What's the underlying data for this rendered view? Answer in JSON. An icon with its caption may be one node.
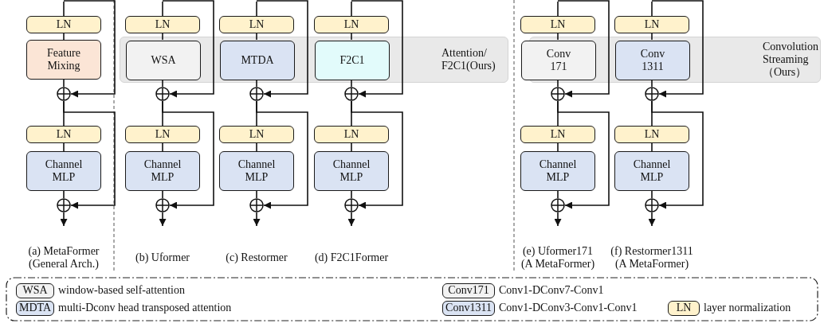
{
  "diagram": {
    "nodes": [
      {
        "text": [
          "LN"
        ]
      },
      {
        "text": [
          "Feature Mixing"
        ]
      },
      {
        "text": [],
        "shape": "circle"
      },
      {
        "text": [
          "LN"
        ]
      },
      {
        "text": [
          "Channel MLP"
        ]
      },
      {
        "text": [],
        "shape": "circle"
      },
      {
        "text": [
          "Attention/ F2C1(Ours)"
        ]
      },
      {
        "text": [
          "LN"
        ]
      },
      {
        "text": [
          "WSA"
        ],
        "in": 6
      },
      {
        "text": [],
        "shape": "circle"
      },
      {
        "text": [
          "LN"
        ]
      },
      {
        "text": [
          "Channel MLP"
        ]
      },
      {
        "text": [],
        "shape": "circle"
      },
      {
        "text": [
          "LN"
        ]
      },
      {
        "text": [
          "MTDA"
        ],
        "in": 6
      },
      {
        "text": [],
        "shape": "circle"
      },
      {
        "text": [
          "LN"
        ]
      },
      {
        "text": [
          "Channel MLP"
        ]
      },
      {
        "text": [],
        "shape": "circle"
      },
      {
        "text": [
          "LN"
        ]
      },
      {
        "text": [
          "F2C1"
        ],
        "in": 6
      },
      {
        "text": [],
        "shape": "circle"
      },
      {
        "text": [
          "LN"
        ]
      },
      {
        "text": [
          "Channel MLP"
        ]
      },
      {
        "text": [],
        "shape": "circle"
      },
      {
        "text": [
          "Convolution Streaming （Ours）"
        ]
      },
      {
        "text": [
          "LN"
        ]
      },
      {
        "text": [
          "Conv 171"
        ],
        "in": 25
      },
      {
        "text": [],
        "shape": "circle"
      },
      {
        "text": [
          "LN"
        ]
      },
      {
        "text": [
          "Channel MLP"
        ]
      },
      {
        "text": [],
        "shape": "circle"
      },
      {
        "text": [
          "LN"
        ]
      },
      {
        "text": [
          "Conv 1311"
        ],
        "in": 25
      },
      {
        "text": [],
        "shape": "circle"
      },
      {
        "text": [
          "LN"
        ]
      },
      {
        "text": [
          "Channel MLP"
        ]
      },
      {
        "text": [],
        "shape": "circle"
      },
      {
        "text": [
          "WSA"
        ],
        "beside": [
          "window-based self-attention"
        ]
      },
      {
        "text": [
          "Conv171"
        ],
        "beside": [
          "Conv1-DConv7-Conv1"
        ]
      },
      {
        "text": [
          "MDTA"
        ],
        "beside": [
          "multi-Dconv head transposed attention"
        ]
      },
      {
        "text": [
          "Conv1311"
        ],
        "beside": [
          "Conv1-DConv3-Conv1-Conv1"
        ]
      },
      {
        "text": [
          "LN"
        ],
        "beside": [
          "layer normalization"
        ]
      }
    ],
    "edges": [
      {
        "from": null,
        "to": 0,
        "arrow": "none"
      },
      {
        "from": 0,
        "to": 1,
        "arrow": "none"
      },
      {
        "from": 1,
        "to": 2,
        "arrow": "none"
      },
      {
        "from": null,
        "to": 2,
        "arrow": "to"
      },
      {
        "from": 2,
        "to": 3,
        "arrow": "none"
      },
      {
        "from": 3,
        "to": 4,
        "arrow": "none"
      },
      {
        "from": 4,
        "to": 5,
        "arrow": "none"
      },
      {
        "from": 2,
        "to": 5,
        "arrow": "to"
      },
      {
        "from": 5,
        "to": null,
        "arrow": "to"
      },
      {
        "from": null,
        "to": 7,
        "arrow": "none"
      },
      {
        "from": 7,
        "to": 8,
        "arrow": "none"
      },
      {
        "from": 8,
        "to": 9,
        "arrow": "none"
      },
      {
        "from": null,
        "to": 9,
        "arrow": "to"
      },
      {
        "from": 9,
        "to": 10,
        "arrow": "none"
      },
      {
        "from": 10,
        "to": 11,
        "arrow": "none"
      },
      {
        "from": 11,
        "to": 12,
        "arrow": "none"
      },
      {
        "from": 9,
        "to": 12,
        "arrow": "to"
      },
      {
        "from": 12,
        "to": null,
        "arrow": "to"
      },
      {
        "from": null,
        "to": 13,
        "arrow": "none"
      },
      {
        "from": 13,
        "to": 14,
        "arrow": "none"
      },
      {
        "from": 14,
        "to": 15,
        "arrow": "none"
      },
      {
        "from": null,
        "to": 15,
        "arrow": "to"
      },
      {
        "from": 15,
        "to": 16,
        "arrow": "none"
      },
      {
        "from": 16,
        "to": 17,
        "arrow": "none"
      },
      {
        "from": 17,
        "to": 18,
        "arrow": "none"
      },
      {
        "from": 15,
        "to": 18,
        "arrow": "to"
      },
      {
        "from": 18,
        "to": null,
        "arrow": "to"
      },
      {
        "from": null,
        "to": 19,
        "arrow": "none"
      },
      {
        "from": 19,
        "to": 20,
        "arrow": "none"
      },
      {
        "from": 20,
        "to": 21,
        "arrow": "none"
      },
      {
        "from": null,
        "to": 21,
        "arrow": "to"
      },
      {
        "from": 21,
        "to": 22,
        "arrow": "none"
      },
      {
        "from": 22,
        "to": 23,
        "arrow": "none"
      },
      {
        "from": 23,
        "to": 24,
        "arrow": "none"
      },
      {
        "from": 21,
        "to": 24,
        "arrow": "to"
      },
      {
        "from": 24,
        "to": null,
        "arrow": "to"
      },
      {
        "from": null,
        "to": 26,
        "arrow": "none"
      },
      {
        "from": 26,
        "to": 27,
        "arrow": "none"
      },
      {
        "from": 27,
        "to": 28,
        "arrow": "none"
      },
      {
        "from": null,
        "to": 28,
        "arrow": "to"
      },
      {
        "from": 28,
        "to": 29,
        "arrow": "none"
      },
      {
        "from": 29,
        "to": 30,
        "arrow": "none"
      },
      {
        "from": 30,
        "to": 31,
        "arrow": "none"
      },
      {
        "from": 28,
        "to": 31,
        "arrow": "to"
      },
      {
        "from": 31,
        "to": null,
        "arrow": "to"
      },
      {
        "from": null,
        "to": 32,
        "arrow": "none"
      },
      {
        "from": 32,
        "to": 33,
        "arrow": "none"
      },
      {
        "from": 33,
        "to": 34,
        "arrow": "none"
      },
      {
        "from": null,
        "to": 34,
        "arrow": "to"
      },
      {
        "from": 34,
        "to": 35,
        "arrow": "none"
      },
      {
        "from": 35,
        "to": 36,
        "arrow": "none"
      },
      {
        "from": 36,
        "to": 37,
        "arrow": "none"
      },
      {
        "from": 34,
        "to": 37,
        "arrow": "to"
      },
      {
        "from": 37,
        "to": null,
        "arrow": "to"
      }
    ],
    "labels": [
      "(a) MetaFormer (General Arch.)",
      "(b) Uformer",
      "(c) Restormer",
      "(d) F2C1Former",
      "(e) Uformer171 (A MetaFormer)",
      "(f) Restormer1311 (A MetaFormer)"
    ]
  }
}
